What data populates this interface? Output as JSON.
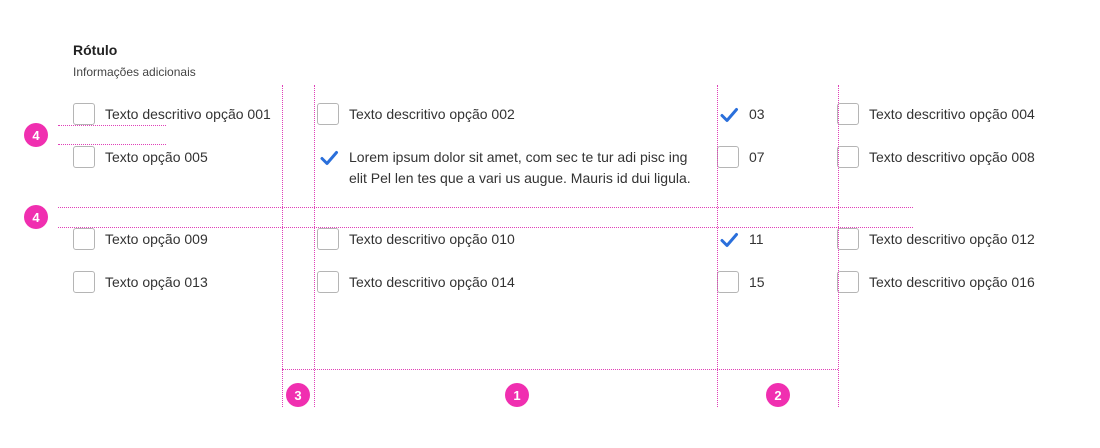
{
  "header": {
    "label": "Rótulo",
    "info": "Informações adicionais"
  },
  "options": [
    {
      "id": "opt-001",
      "text": "Texto descritivo opção 001",
      "checked": false
    },
    {
      "id": "opt-002",
      "text": "Texto descritivo opção 002",
      "checked": false
    },
    {
      "id": "opt-03",
      "text": "03",
      "checked": true
    },
    {
      "id": "opt-004",
      "text": "Texto descritivo opção 004",
      "checked": false
    },
    {
      "id": "opt-005",
      "text": "Texto opção 005",
      "checked": false
    },
    {
      "id": "opt-lorem",
      "text": "Lorem ipsum dolor sit amet, com sec te tur adi pisc ing elit Pel len tes que a vari us augue. Mauris id dui ligula.",
      "checked": true
    },
    {
      "id": "opt-07",
      "text": "07",
      "checked": false
    },
    {
      "id": "opt-008",
      "text": "Texto descritivo opção 008",
      "checked": false
    },
    {
      "id": "opt-009",
      "text": "Texto opção 009",
      "checked": false
    },
    {
      "id": "opt-010",
      "text": "Texto descritivo opção 010",
      "checked": false
    },
    {
      "id": "opt-11",
      "text": "11",
      "checked": true
    },
    {
      "id": "opt-012",
      "text": "Texto descritivo opção 012",
      "checked": false
    },
    {
      "id": "opt-013",
      "text": "Texto opção 013",
      "checked": false
    },
    {
      "id": "opt-014",
      "text": "Texto descritivo opção 014",
      "checked": false
    },
    {
      "id": "opt-15",
      "text": "15",
      "checked": false
    },
    {
      "id": "opt-016",
      "text": "Texto descritivo opção 016",
      "checked": false
    }
  ],
  "annotations": {
    "badge_row_gap_top": "4",
    "badge_row_gap_mid": "4",
    "badge_col_1": "1",
    "badge_col_2": "2",
    "badge_col_3": "3"
  },
  "colors": {
    "check": "#2a6fdb",
    "guide": "#e040b8",
    "badge": "#f02fb0"
  }
}
